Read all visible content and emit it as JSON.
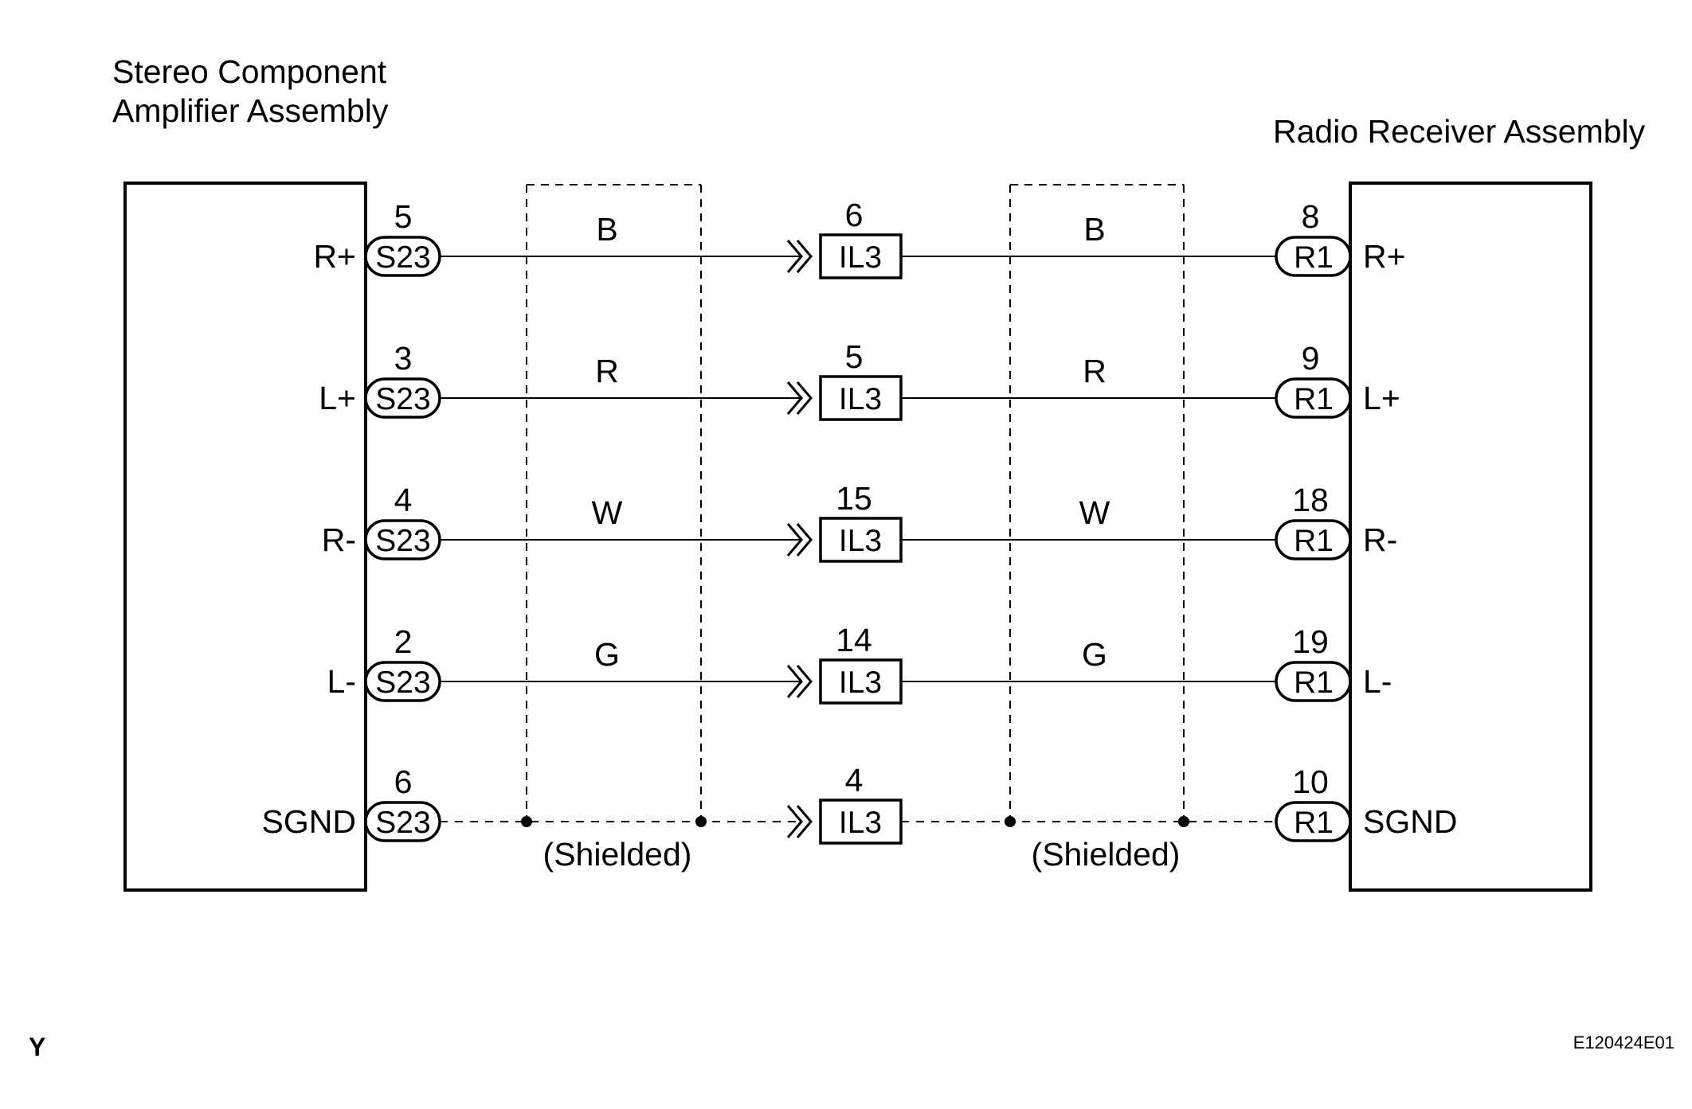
{
  "left_component": {
    "title_line1": "Stereo Component",
    "title_line2": "Amplifier Assembly"
  },
  "right_component": {
    "title": "Radio Receiver Assembly"
  },
  "left_connector": "S23",
  "junction_connector": "IL3",
  "right_connector": "R1",
  "shield_label": "(Shielded)",
  "signals": [
    {
      "left_name": "R+",
      "left_pin": "5",
      "wire_left": "B",
      "junction_pin": "6",
      "wire_right": "B",
      "right_pin": "8",
      "right_name": "R+",
      "shielded": false
    },
    {
      "left_name": "L+",
      "left_pin": "3",
      "wire_left": "R",
      "junction_pin": "5",
      "wire_right": "R",
      "right_pin": "9",
      "right_name": "L+",
      "shielded": false
    },
    {
      "left_name": "R-",
      "left_pin": "4",
      "wire_left": "W",
      "junction_pin": "15",
      "wire_right": "W",
      "right_pin": "18",
      "right_name": "R-",
      "shielded": false
    },
    {
      "left_name": "L-",
      "left_pin": "2",
      "wire_left": "G",
      "junction_pin": "14",
      "wire_right": "G",
      "right_pin": "19",
      "right_name": "L-",
      "shielded": false
    },
    {
      "left_name": "SGND",
      "left_pin": "6",
      "wire_left": "",
      "junction_pin": "4",
      "wire_right": "",
      "right_pin": "10",
      "right_name": "SGND",
      "shielded": true
    }
  ],
  "footer": {
    "corner_mark": "Y",
    "figure_id": "E120424E01"
  }
}
